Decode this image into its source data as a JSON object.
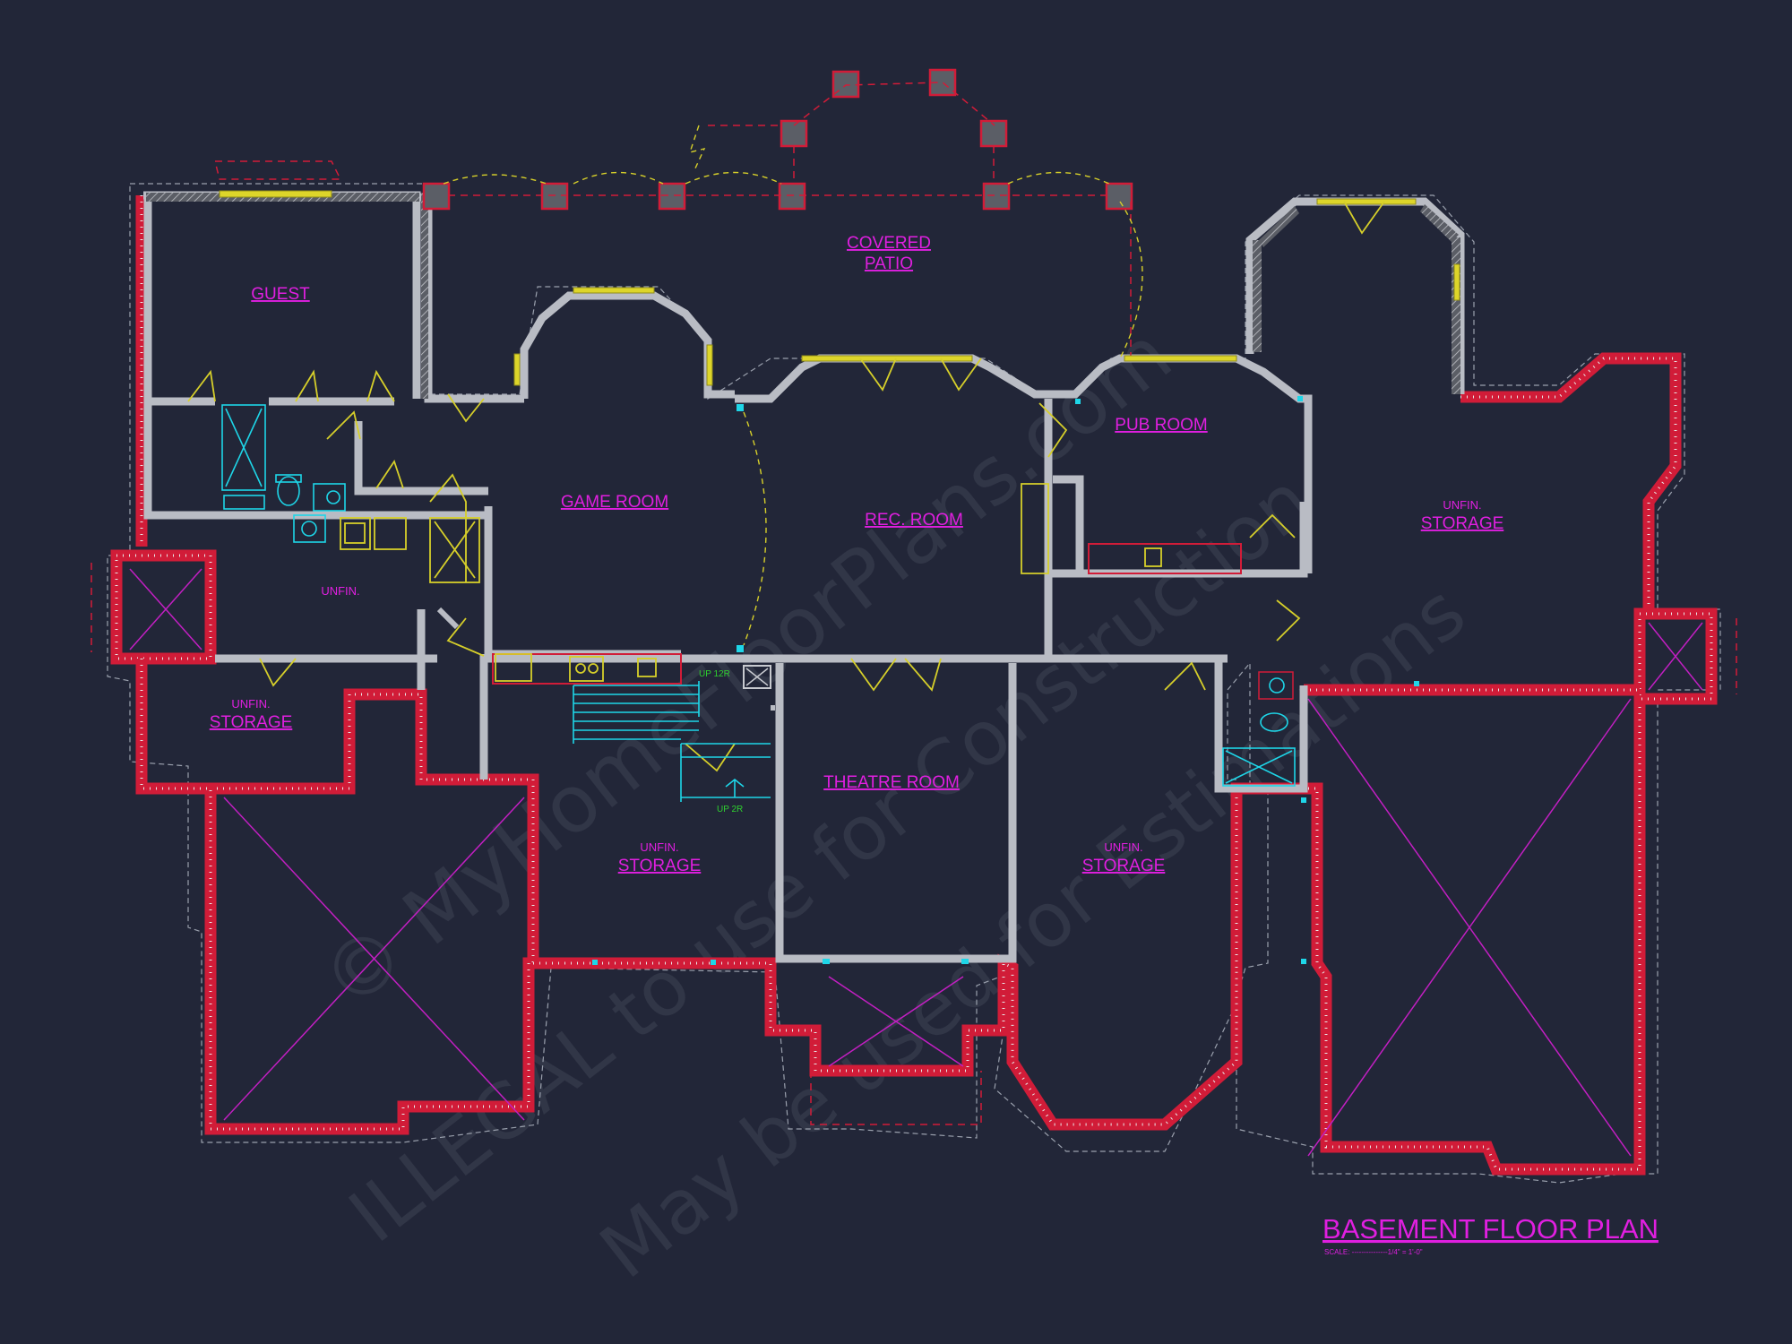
{
  "title": "BASEMENT FLOOR PLAN",
  "scale": "SCALE: ---------------1/4\" = 1'-0\"",
  "rooms": {
    "guest": "GUEST",
    "covered_patio_1": "COVERED",
    "covered_patio_2": "PATIO",
    "game_room": "GAME ROOM",
    "rec_room": "REC. ROOM",
    "pub_room": "PUB ROOM",
    "theatre_room": "THEATRE ROOM",
    "unfin": "UNFIN.",
    "unfin_storage_left_1": "UNFIN.",
    "unfin_storage_left_2": "STORAGE",
    "unfin_storage_mid_1": "UNFIN.",
    "unfin_storage_mid_2": "STORAGE",
    "unfin_storage_right_1": "UNFIN.",
    "unfin_storage_right_2": "STORAGE",
    "unfin_storage_far_1": "UNFIN.",
    "unfin_storage_far_2": "STORAGE"
  },
  "stair_notes": {
    "up_top": "UP 12R",
    "up_bottom": "UP 2R"
  },
  "watermark": {
    "line1": "© MyHomeFloorPlans.com",
    "line2": "ILLEGAL to use for Construction",
    "line3": "May be used for Estimations"
  },
  "colors": {
    "background": "#222638",
    "label": "#e01fe0",
    "wall": "#b9bcc4",
    "foundation": "#d11c38",
    "door": "#d6cf2a",
    "fixture": "#1ed6e8"
  }
}
